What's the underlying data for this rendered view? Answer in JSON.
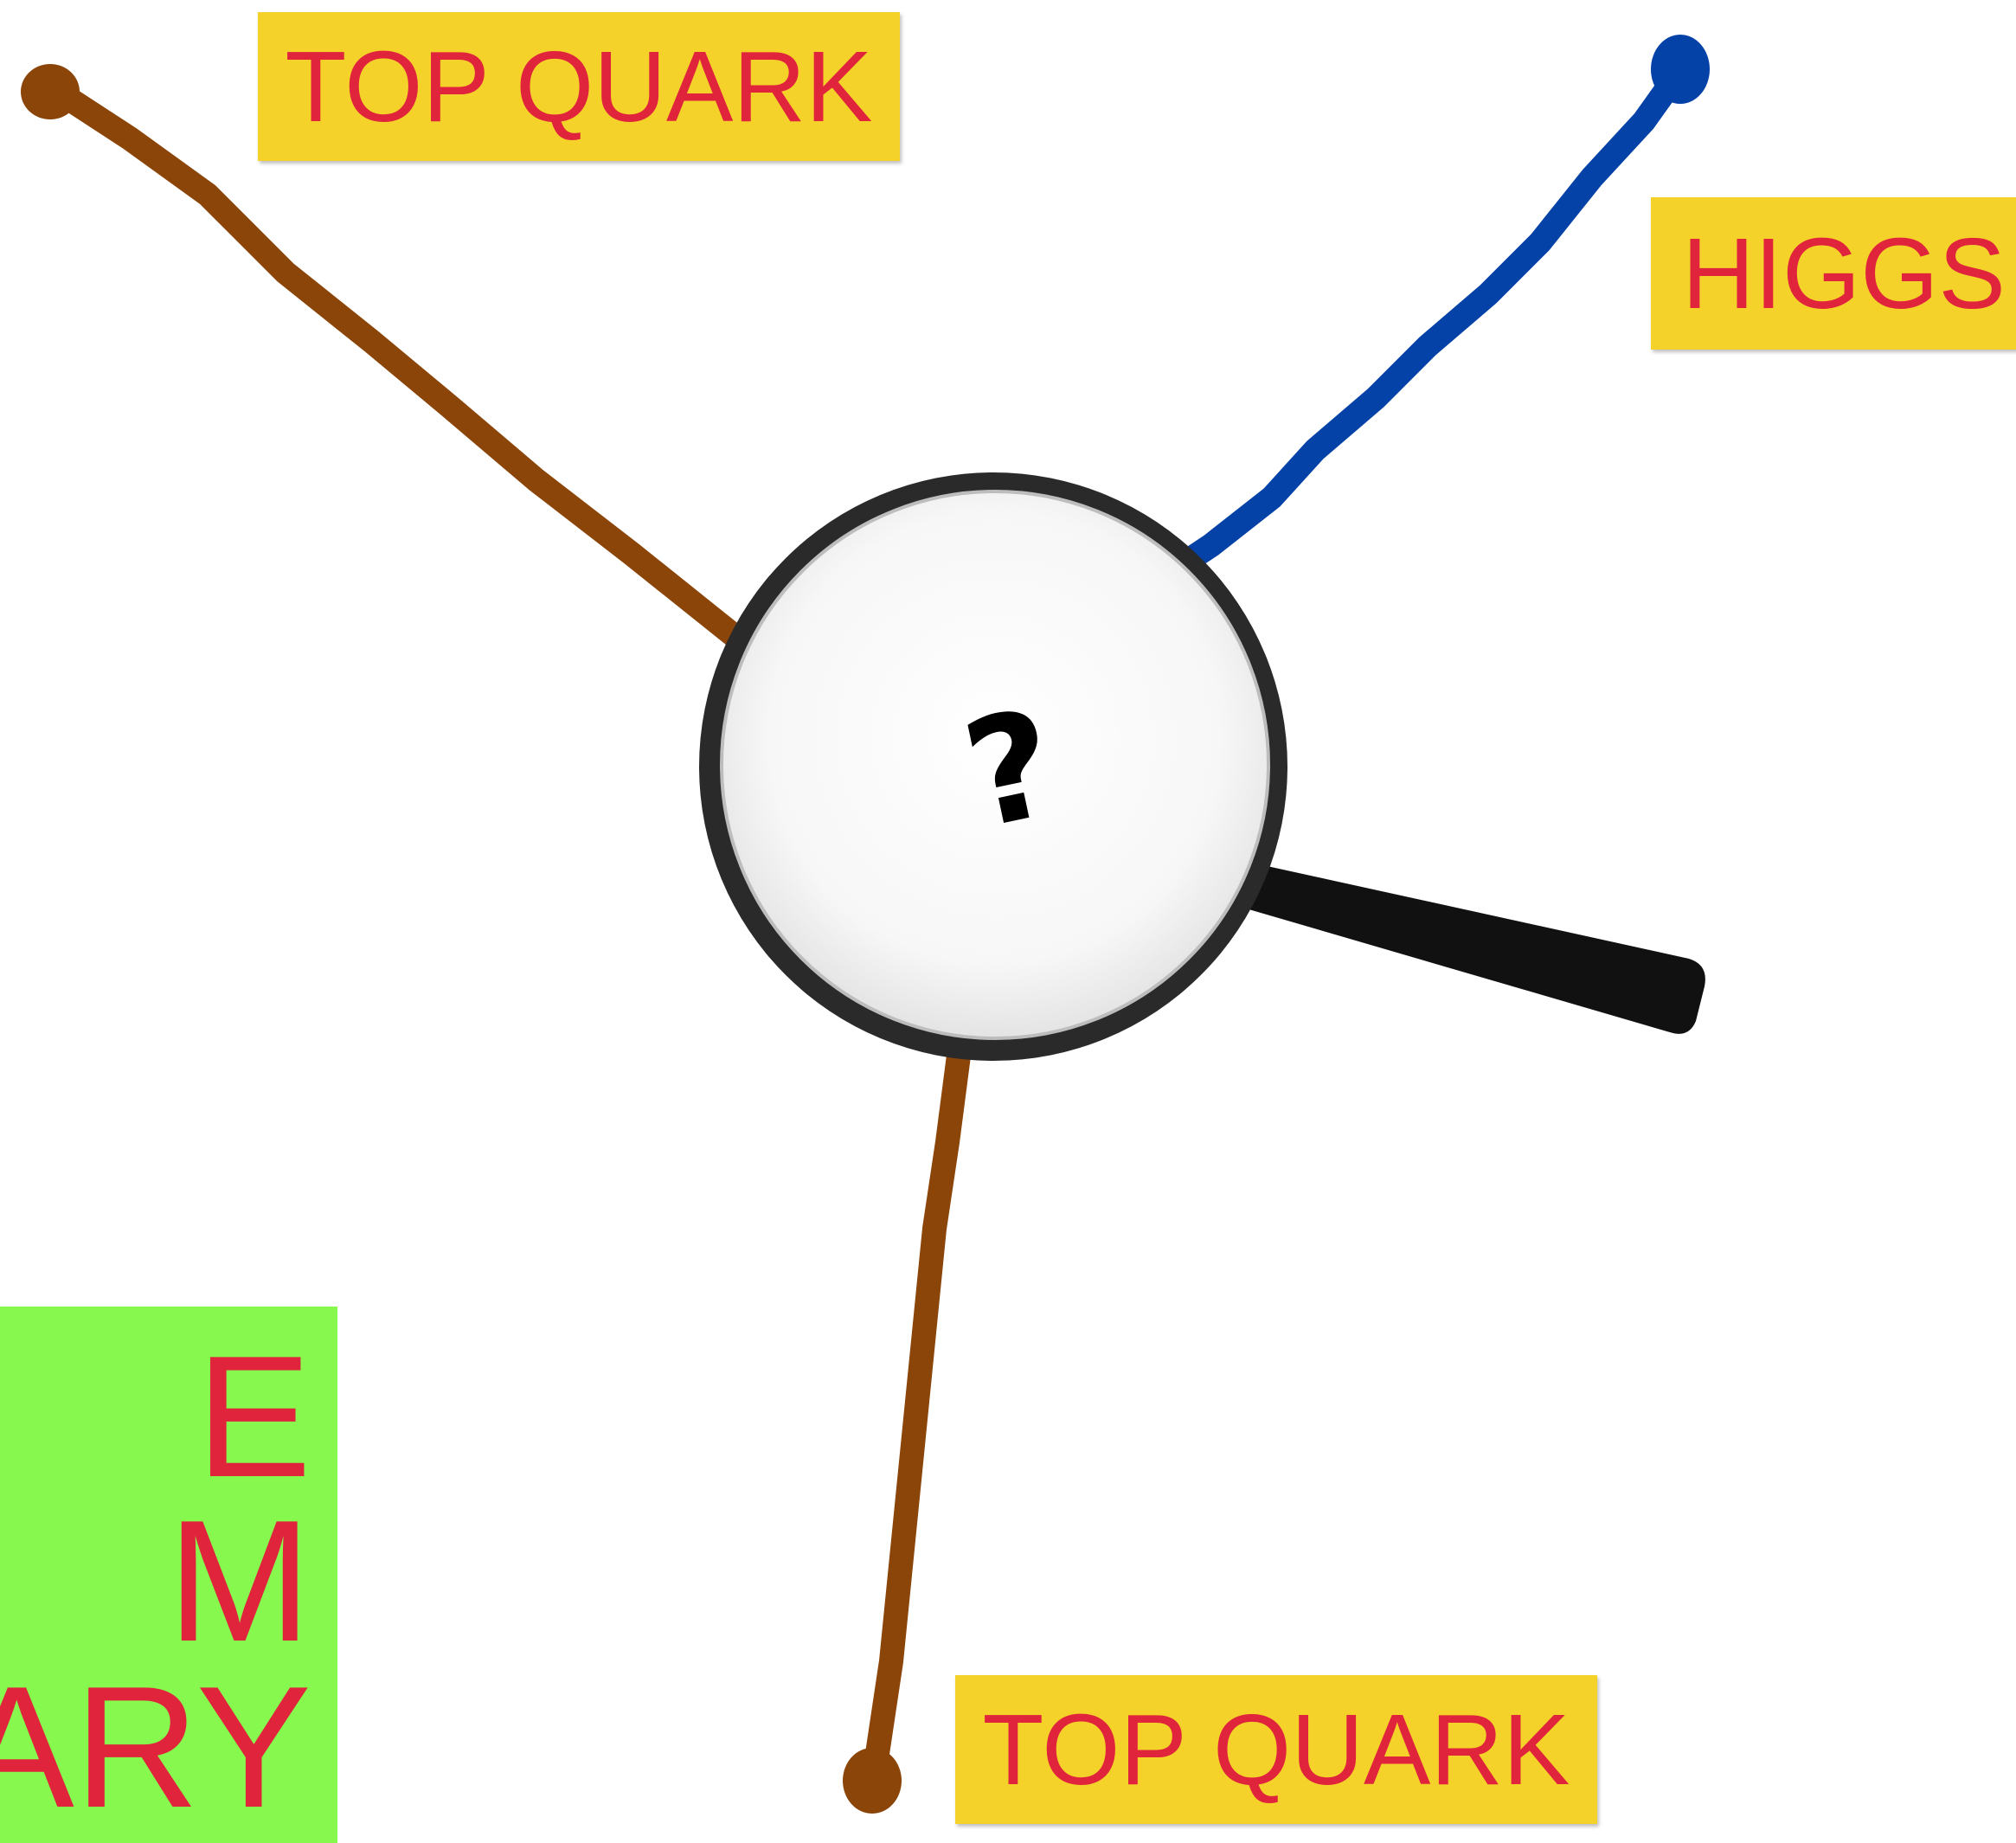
{
  "colors": {
    "label_bg": "#f5d22a",
    "label_text": "#e0243c",
    "green_box_bg": "#86f84e",
    "top_quark_line": "#8b4509",
    "higgs_line": "#0442a8",
    "lens_rim": "#2a2a2a",
    "handle": "#111111"
  },
  "labels": {
    "top_quark_upper": "TOP QUARK",
    "higgs": "HIGGS",
    "top_quark_lower": "TOP QUARK"
  },
  "green_box": {
    "line1": "E",
    "line2": "M",
    "line3": "ARY"
  },
  "lens": {
    "icon": "magnifying-glass-icon",
    "symbol": "?"
  }
}
